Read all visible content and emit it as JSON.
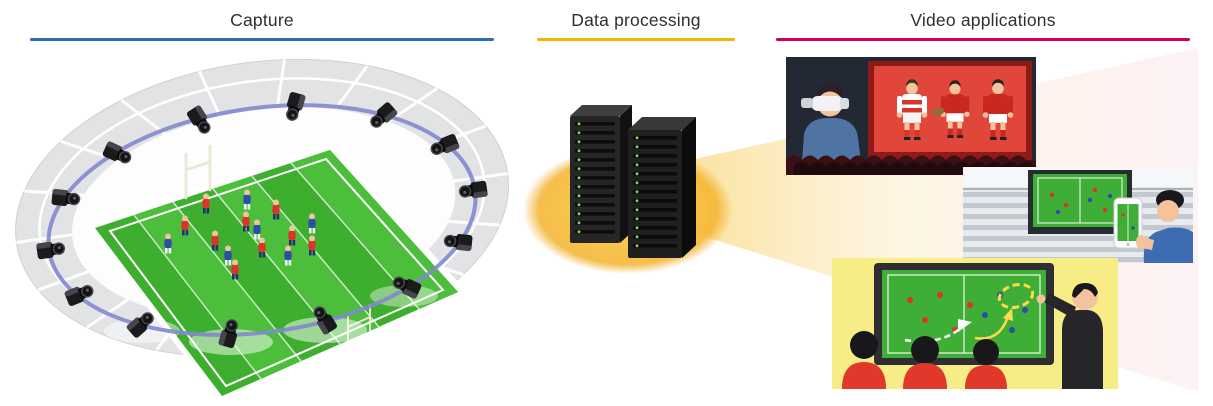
{
  "sections": [
    {
      "id": "capture",
      "label": "Capture",
      "underline_color": "#2e6db4"
    },
    {
      "id": "data-processing",
      "label": "Data processing",
      "underline_color": "#f2b600"
    },
    {
      "id": "video-applications",
      "label": "Video applications",
      "underline_color": "#d30059"
    }
  ],
  "illustration": {
    "capture_scene": "stadium-with-multi-camera-ring",
    "camera_count": 14,
    "processing_scene": "server-rack-pair",
    "video_application_scenes": [
      "vr-headset-and-big-screen-viewing",
      "smartphone-viewing-in-stadium",
      "tactical-analysis-on-large-display"
    ],
    "colors": {
      "field_green": "#3fae37",
      "camera_ring_purple": "#8288ce",
      "server_glow_yellow": "#f6c24b",
      "team_red": "#dd3427",
      "team_blue": "#2b4fa9"
    }
  }
}
